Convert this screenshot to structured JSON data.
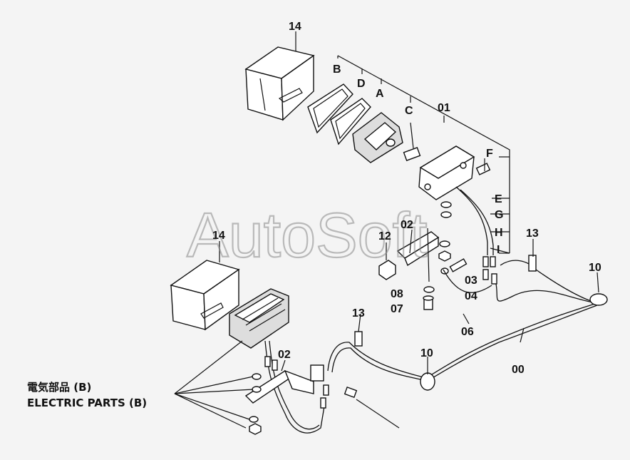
{
  "watermark": "AutoSoft",
  "caption": {
    "line1": "電気部品 (B)",
    "line2": "ELECTRIC PARTS (B)"
  },
  "labels": {
    "p14_top": "14",
    "p14_left": "14",
    "pB": "B",
    "pD": "D",
    "pA": "A",
    "pC": "C",
    "p01": "01",
    "pF": "F",
    "pE": "E",
    "pG": "G",
    "pH": "H",
    "pI": "I",
    "p02_upper": "02",
    "p12": "12",
    "p13_right": "13",
    "p10_right": "10",
    "p03": "03",
    "p04": "04",
    "p08": "08",
    "p07": "07",
    "p06": "06",
    "p13_left": "13",
    "p10_left": "10",
    "p00": "00",
    "p02_lower": "02"
  }
}
